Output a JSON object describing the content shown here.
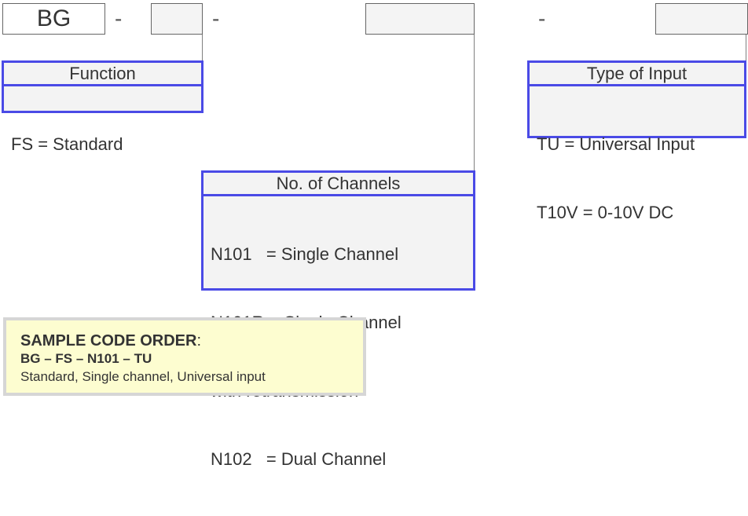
{
  "code_row": {
    "prefix": "BG",
    "separators": [
      "-",
      "-",
      "-"
    ]
  },
  "function_box": {
    "title": "Function",
    "rows": [
      "FS = Standard"
    ]
  },
  "channels_box": {
    "title": "No. of Channels",
    "rows": [
      "N101   = Single Channel",
      "N101R = Single Channel",
      "with retransmission",
      "N102   = Dual Channel"
    ]
  },
  "input_box": {
    "title": "Type of Input",
    "rows": [
      "TU = Universal Input",
      "T10V = 0-10V DC"
    ]
  },
  "sample": {
    "heading": "SAMPLE CODE ORDER",
    "colon": ":",
    "code": "BG – FS – N101 – TU",
    "description": "Standard, Single channel, Universal input"
  },
  "colors": {
    "box_border": "#4a4ae6",
    "box_fill": "#f3f3f3",
    "sample_fill": "#fdfdd0",
    "sample_border": "#d6d6d6",
    "connector": "#808080"
  }
}
